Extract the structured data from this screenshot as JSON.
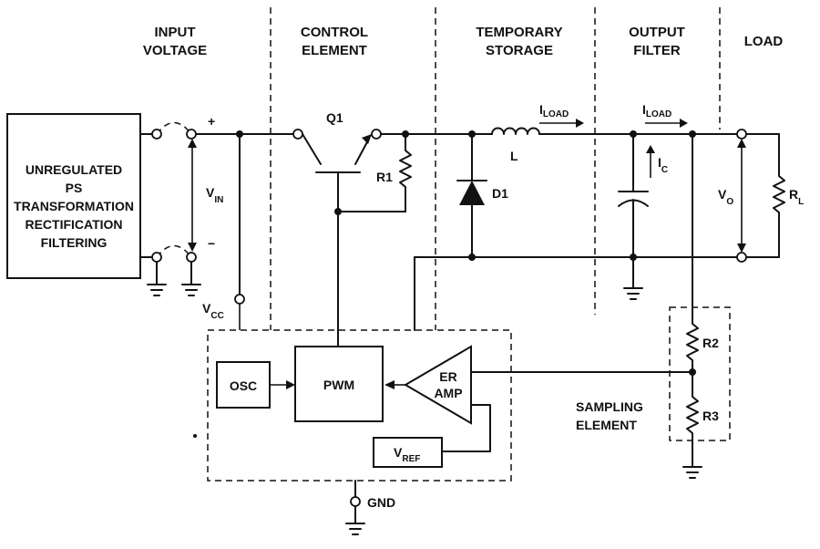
{
  "sections": {
    "input_voltage": [
      "INPUT",
      "VOLTAGE"
    ],
    "control_element": [
      "CONTROL",
      "ELEMENT"
    ],
    "temporary_storage": [
      "TEMPORARY",
      "STORAGE"
    ],
    "output_filter": [
      "OUTPUT",
      "FILTER"
    ],
    "load": "LOAD"
  },
  "source_box": [
    "UNREGULATED",
    "PS",
    "TRANSFORMATION",
    "RECTIFICATION",
    "FILTERING"
  ],
  "labels": {
    "plus": "+",
    "minus": "−",
    "vin_main": "V",
    "vin_sub": "IN",
    "vcc_main": "V",
    "vcc_sub": "CC",
    "q1": "Q1",
    "r1": "R1",
    "d1": "D1",
    "inductor": "L",
    "iload_main": "I",
    "iload_sub": "LOAD",
    "ic_main": "I",
    "ic_sub": "C",
    "vo_main": "V",
    "vo_sub": "O",
    "rl_main": "R",
    "rl_sub": "L",
    "r2": "R2",
    "r3": "R3",
    "sampling": [
      "SAMPLING",
      "ELEMENT"
    ],
    "gnd": "GND"
  },
  "blocks": {
    "osc": "OSC",
    "pwm": "PWM",
    "er_amp": [
      "ER",
      "AMP"
    ],
    "vref_main": "V",
    "vref_sub": "REF"
  },
  "colors": {
    "ink": "#111111",
    "paper": "#ffffff"
  }
}
